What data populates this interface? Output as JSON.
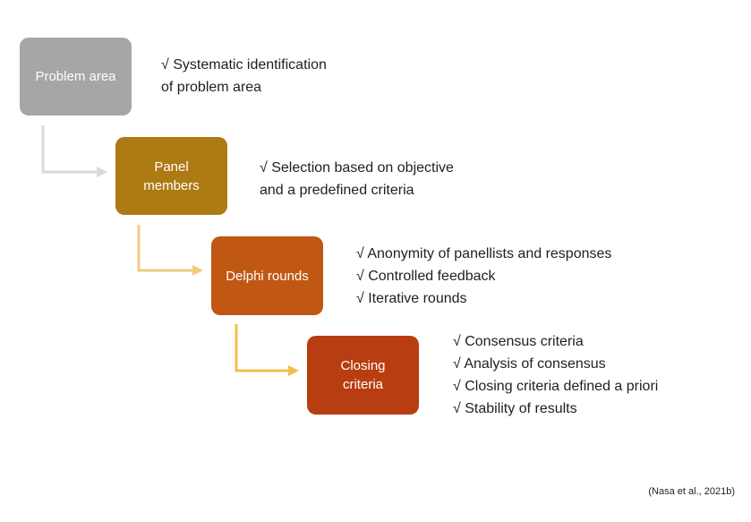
{
  "steps": [
    {
      "label": "Problem area",
      "bullets": [
        "√ Systematic identification",
        "of problem area"
      ],
      "color": "#a6a6a6",
      "arrow_color": "#d9d9d9"
    },
    {
      "label": "Panel members",
      "bullets": [
        "√ Selection based on objective",
        "and a predefined criteria"
      ],
      "color": "#ad7a14",
      "arrow_color": "#f2cc7e"
    },
    {
      "label": "Delphi rounds",
      "bullets": [
        "√ Anonymity of panellists and responses",
        "√ Controlled feedback",
        "√ Iterative rounds"
      ],
      "color": "#c05814",
      "arrow_color": "#f1be4b"
    },
    {
      "label": "Closing criteria",
      "bullets": [
        "√ Consensus criteria",
        "√ Analysis of consensus",
        "√ Closing criteria defined a priori",
        "√ Stability of results"
      ],
      "color": "#b83d10"
    }
  ],
  "citation": "(Nasa et al., 2021b)"
}
